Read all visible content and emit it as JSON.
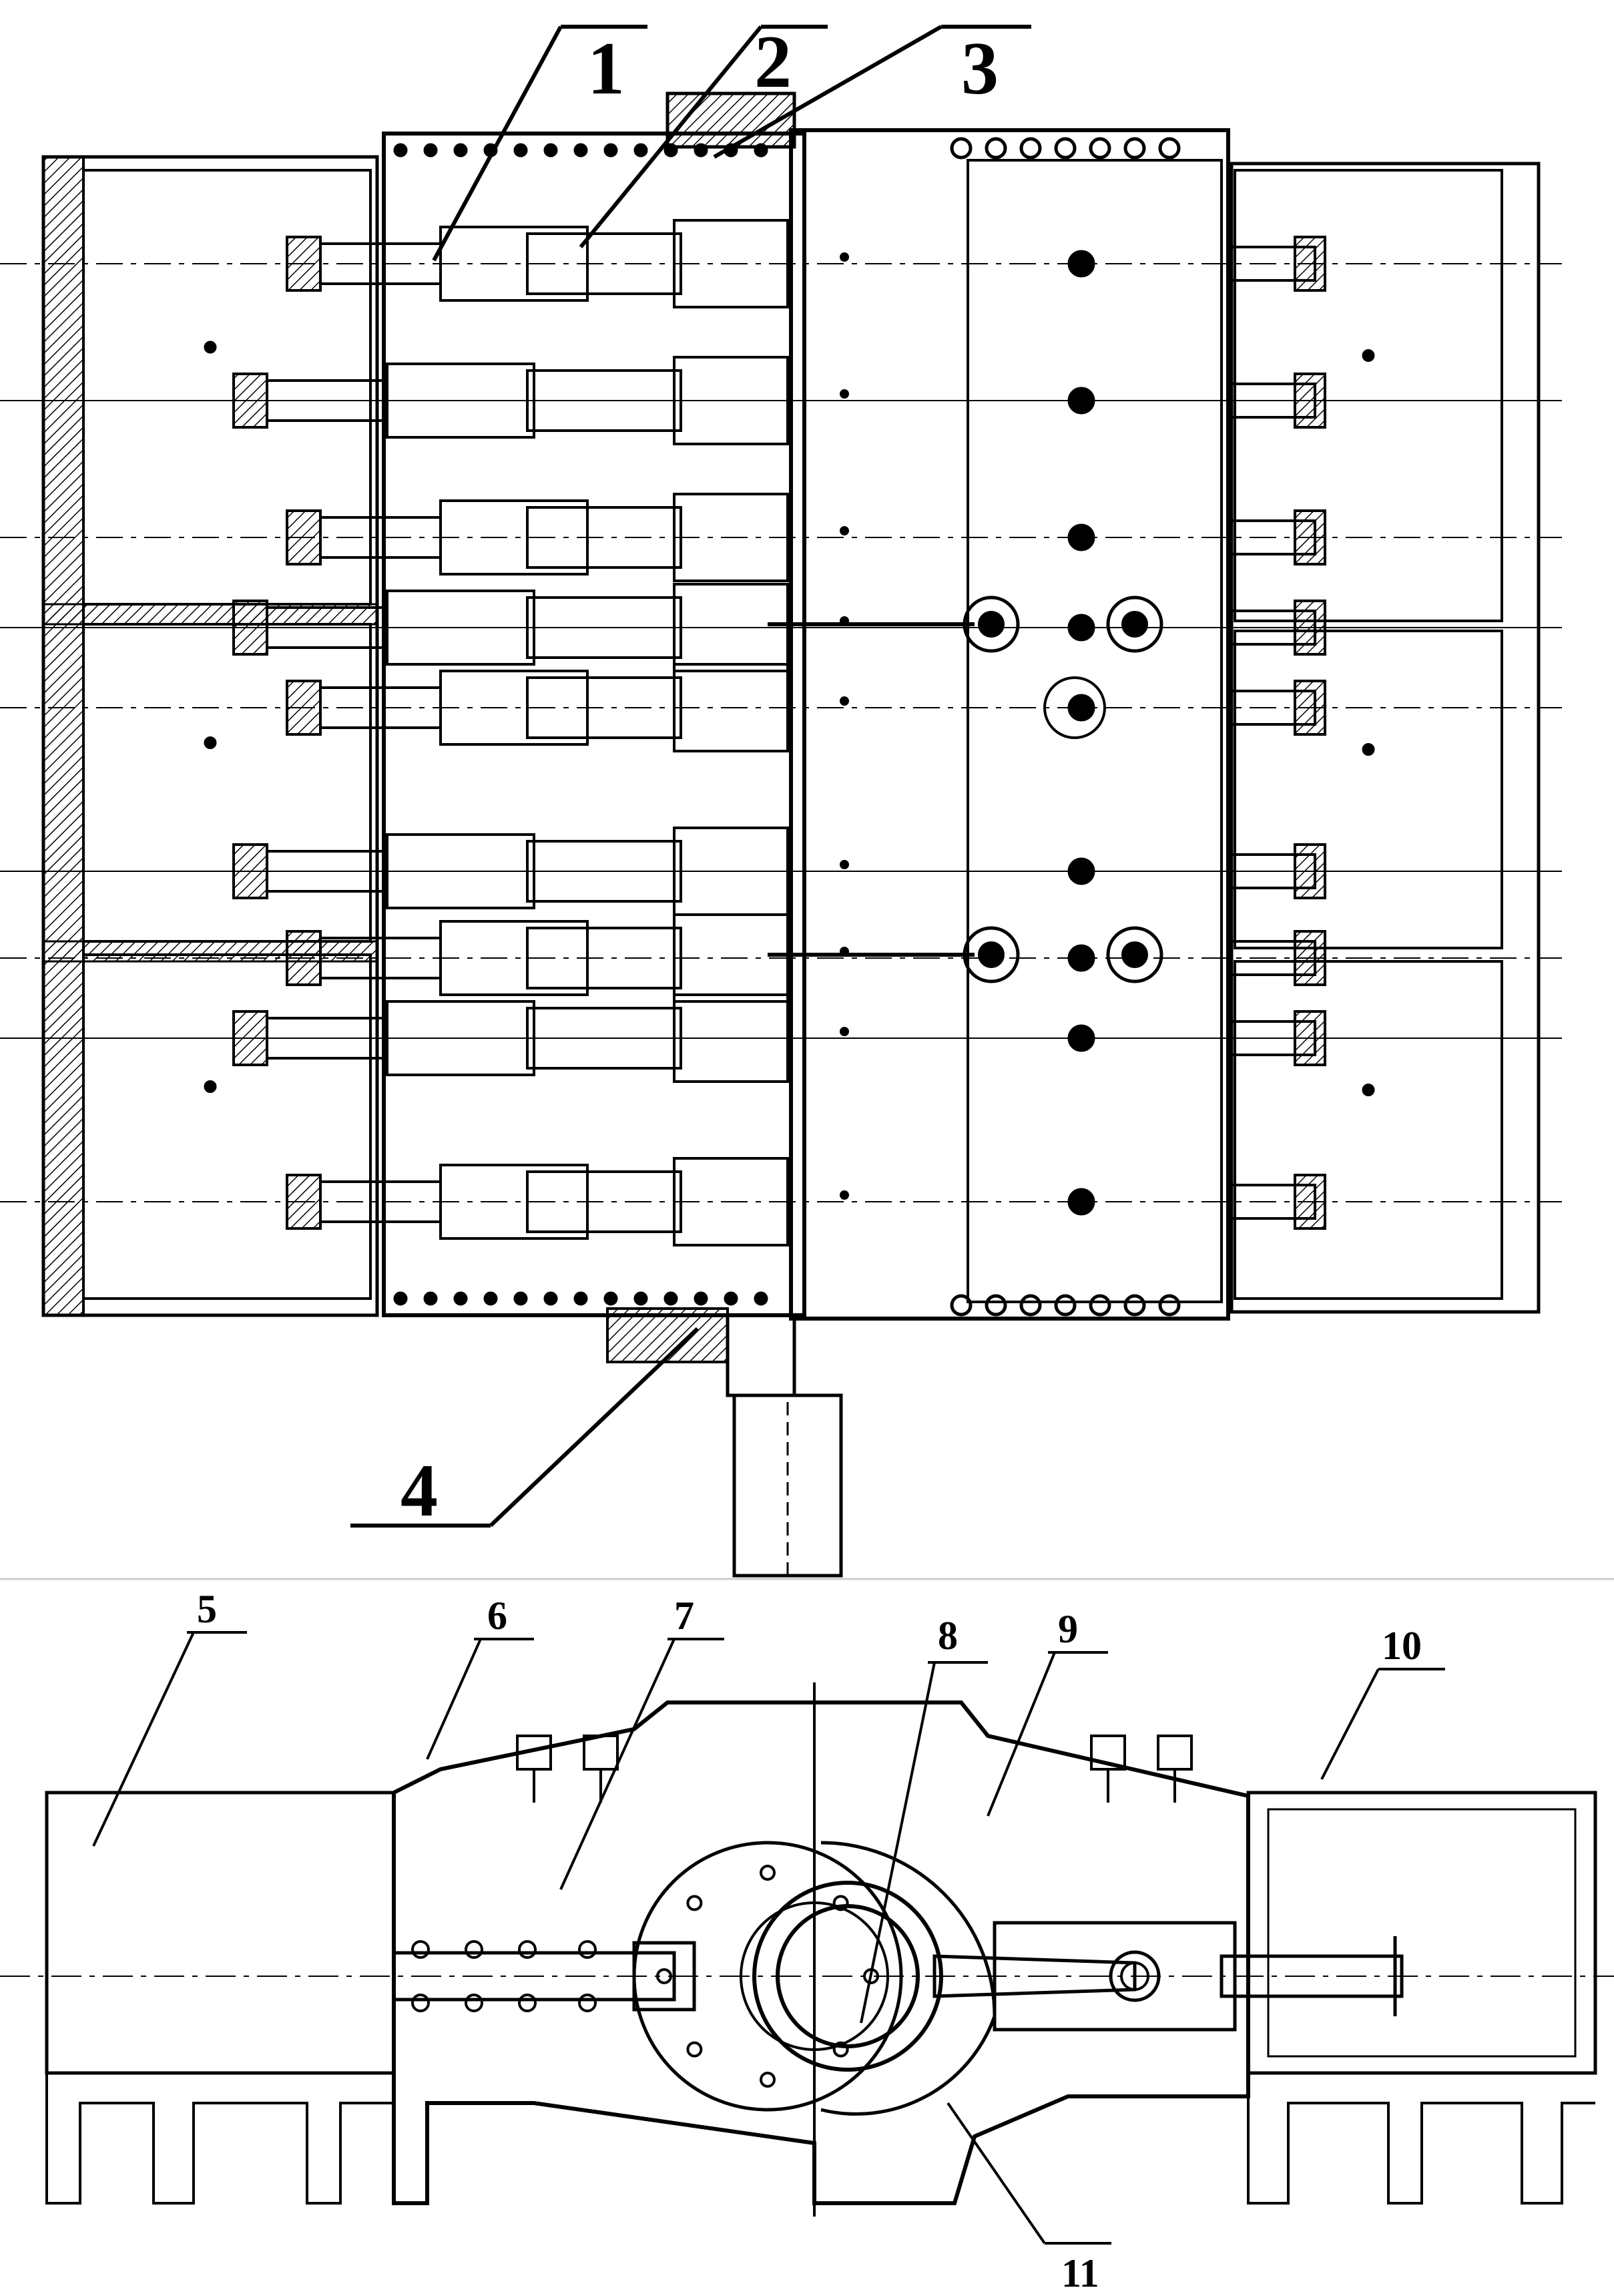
{
  "figure": {
    "top_view": {
      "labels": [
        "1",
        "2",
        "3",
        "4"
      ]
    },
    "side_view": {
      "labels": [
        "5",
        "6",
        "7",
        "8",
        "9",
        "10",
        "11"
      ]
    }
  }
}
